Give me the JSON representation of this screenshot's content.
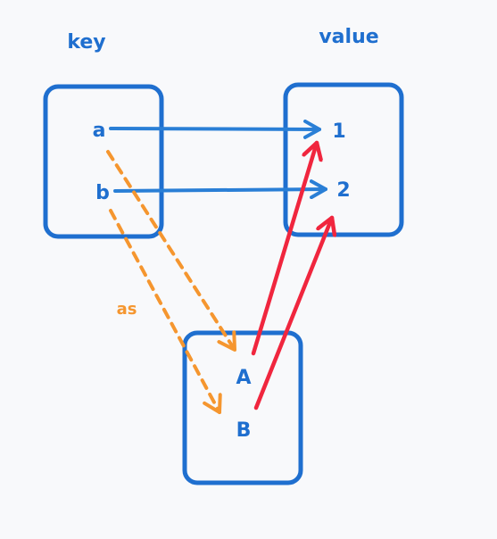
{
  "colors": {
    "background": "#f8f9fb",
    "box": "#1f6fcf",
    "key_arrow": "#2a7fd6",
    "alias_arrow": "#f5962f",
    "value_arrow": "#f0263e",
    "label": "#1f6fcf",
    "alias_label": "#f5962f"
  },
  "labels": {
    "key_header": "key",
    "value_header": "value",
    "alias_caption": "as"
  },
  "key_box": {
    "items": [
      "a",
      "b"
    ]
  },
  "value_box": {
    "items": [
      "1",
      "2"
    ]
  },
  "alias_box": {
    "items": [
      "A",
      "B"
    ]
  },
  "edges": [
    {
      "from": "a",
      "to": "1",
      "style": "solid",
      "color": "key_arrow"
    },
    {
      "from": "b",
      "to": "2",
      "style": "solid",
      "color": "key_arrow"
    },
    {
      "from": "a",
      "to": "A",
      "style": "dashed",
      "color": "alias_arrow"
    },
    {
      "from": "b",
      "to": "B",
      "style": "dashed",
      "color": "alias_arrow"
    },
    {
      "from": "A",
      "to": "1",
      "style": "solid",
      "color": "value_arrow"
    },
    {
      "from": "B",
      "to": "2",
      "style": "solid",
      "color": "value_arrow"
    }
  ]
}
